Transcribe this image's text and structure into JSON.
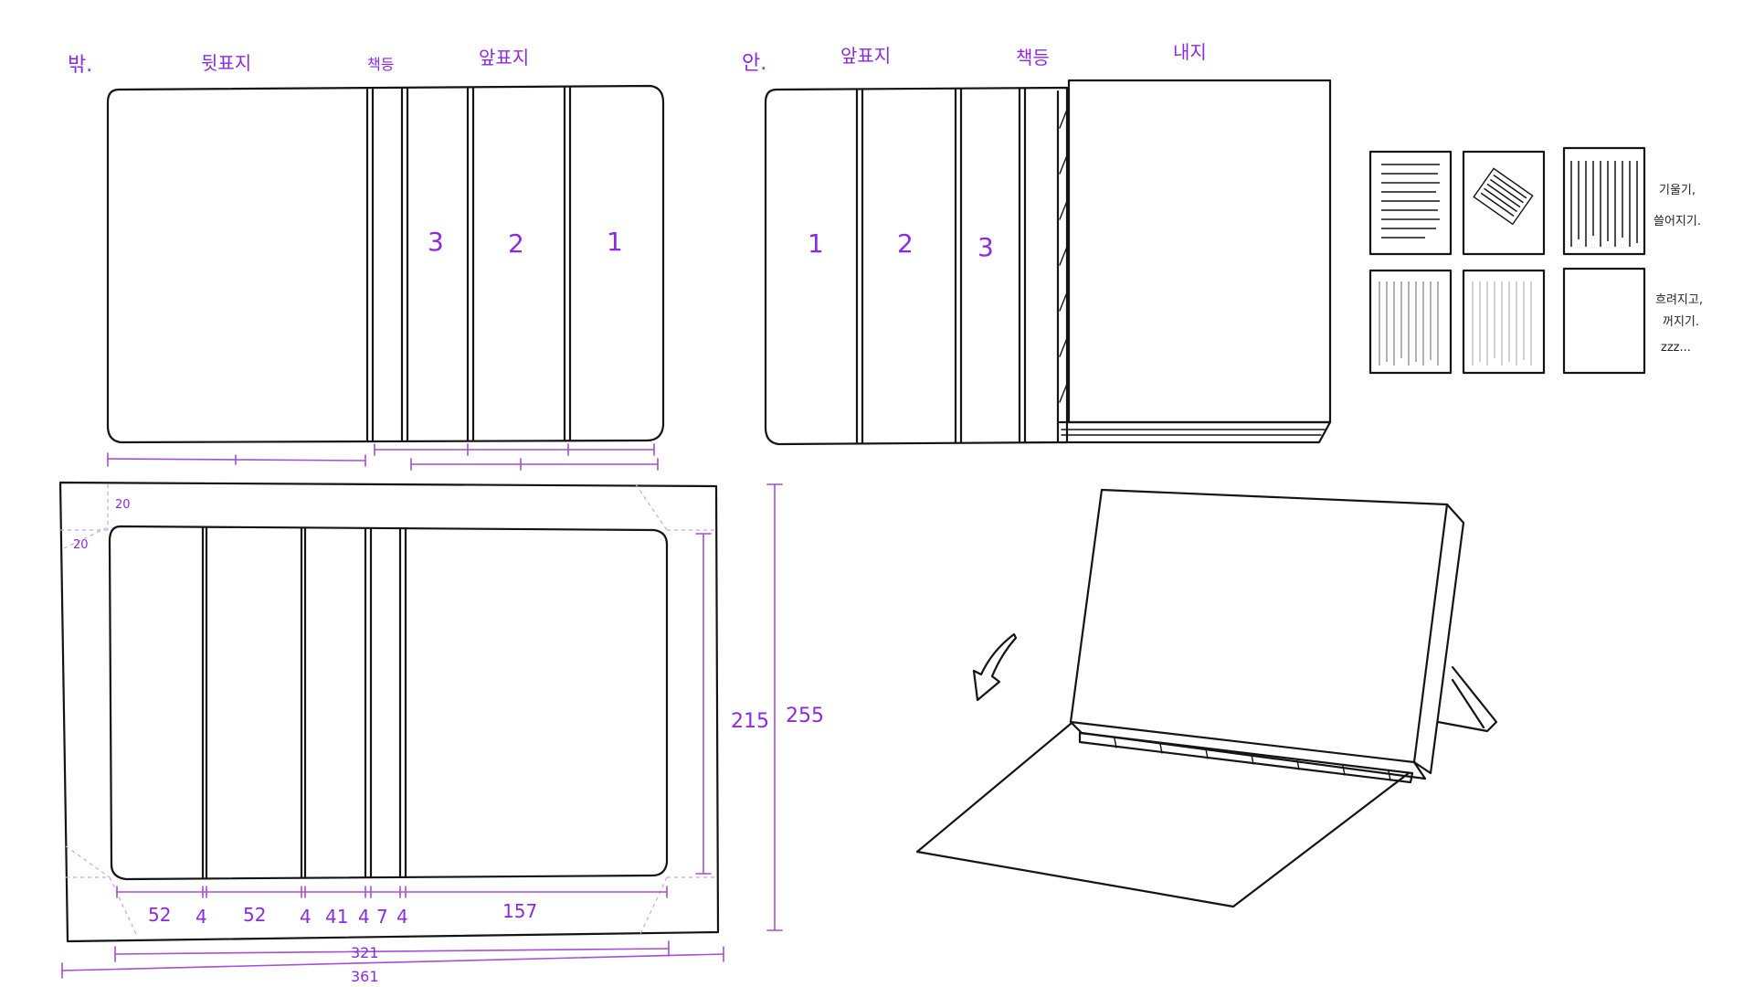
{
  "colors": {
    "ink": "#141414",
    "annotation": "#8a2be2",
    "guide": "#a44fd6"
  },
  "labels": {
    "outside": "밖.",
    "back_cover": "뒷표지",
    "spine_outer": "책등",
    "front_cover": "앞표지",
    "inside": "안.",
    "front_cover_inner": "앞표지",
    "spine_inner": "책등",
    "inner_page": "내지"
  },
  "panel_numbers": {
    "outside": [
      "3",
      "2",
      "1"
    ],
    "inside": [
      "1",
      "2",
      "3"
    ]
  },
  "dimensions": {
    "segments": [
      "52",
      "4",
      "52",
      "4",
      "41",
      "4",
      "7",
      "4",
      "157"
    ],
    "width_inner": "321",
    "width_outer": "361",
    "height_inner": "215",
    "height_outer": "255",
    "corner_a": "20",
    "corner_b": "20"
  },
  "notes": {
    "line1": "기울기,",
    "line2": "쓸어지기.",
    "line3": "흐려지고,",
    "line4": "꺼지기.",
    "line5": "zzz..."
  }
}
